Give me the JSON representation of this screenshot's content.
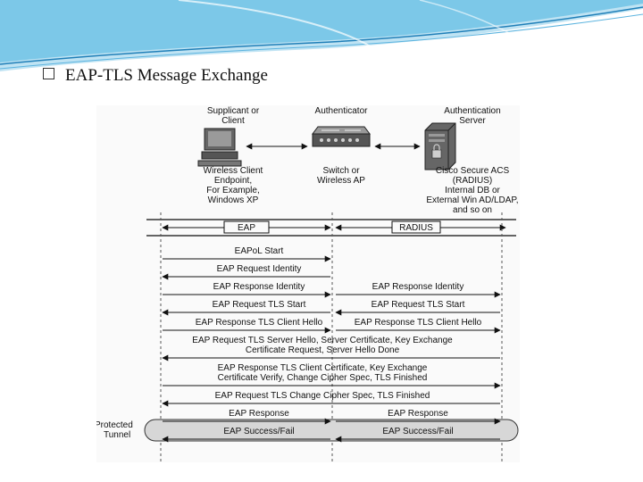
{
  "slide": {
    "title": "EAP-TLS Message Exchange"
  },
  "actors": [
    {
      "title": [
        "Supplicant or",
        "Client"
      ],
      "caption": [
        "Wireless Client",
        "Endpoint,",
        "For Example,",
        "Windows XP"
      ]
    },
    {
      "title": [
        "Authenticator"
      ],
      "caption": [
        "Switch or",
        "Wireless AP"
      ]
    },
    {
      "title": [
        "Authentication",
        "Server"
      ],
      "caption": [
        "Cisco Secure ACS",
        "(RADIUS)",
        "Internal DB or",
        "External Win AD/LDAP,",
        "and so on"
      ]
    }
  ],
  "protocols": [
    "EAP",
    "RADIUS"
  ],
  "messages": [
    {
      "text": [
        "EAPoL Start"
      ],
      "dir": "right",
      "span": "left"
    },
    {
      "text": [
        "EAP Request Identity"
      ],
      "dir": "left",
      "span": "left"
    },
    {
      "text": [
        "EAP Response Identity"
      ],
      "dir": "right",
      "span": "left"
    },
    {
      "text": [
        "EAP Request TLS Start"
      ],
      "dir": "left",
      "span": "left"
    },
    {
      "text": [
        "EAP Response TLS Client Hello"
      ],
      "dir": "right",
      "span": "left"
    },
    {
      "text": [
        "EAP Request TLS Server Hello, Server Certificate, Key Exchange",
        "Certificate Request, Server Hello Done"
      ],
      "dir": "left",
      "span": "full"
    },
    {
      "text": [
        "EAP Response TLS Client Certificate, Key Exchange",
        "Certificate Verify, Change Cipher Spec, TLS Finished"
      ],
      "dir": "right",
      "span": "full"
    },
    {
      "text": [
        "EAP Request TLS Change Cipher Spec, TLS Finished"
      ],
      "dir": "left",
      "span": "full"
    },
    {
      "text": [
        "EAP Response"
      ],
      "dir": "right",
      "span": "left"
    },
    {
      "text": [
        "EAP Success/Fail"
      ],
      "dir": "left",
      "span": "left"
    }
  ],
  "right_messages": [
    {
      "row": 2,
      "text": "EAP Response Identity",
      "dir": "right"
    },
    {
      "row": 3,
      "text": "EAP Request TLS Start",
      "dir": "left"
    },
    {
      "row": 4,
      "text": "EAP Response TLS Client Hello",
      "dir": "right"
    },
    {
      "row": 8,
      "text": "EAP Response",
      "dir": "right"
    },
    {
      "row": 9,
      "text": "EAP Success/Fail",
      "dir": "left"
    }
  ],
  "tunnel_label": [
    "Protected",
    "Tunnel"
  ],
  "colors": {
    "banner": "#3fa9d9",
    "tunnel": "#d7d7d7"
  }
}
